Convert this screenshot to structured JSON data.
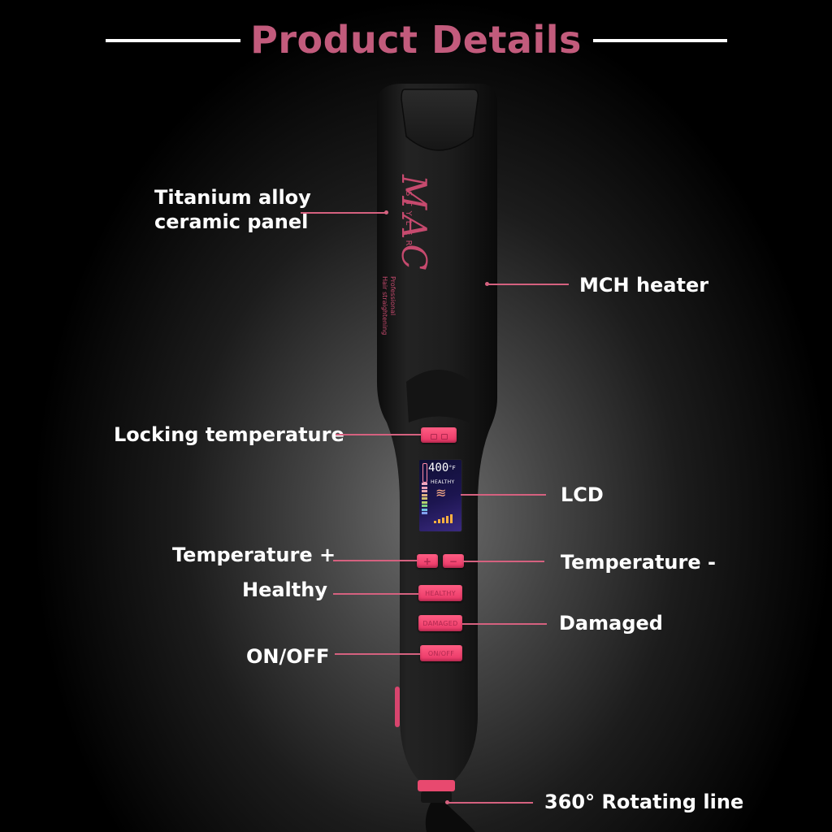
{
  "header": {
    "title": "Product Details"
  },
  "device": {
    "brand_logo": "MAC",
    "brand_sub": "STYLER",
    "tagline_line1": "Professional",
    "tagline_line2": "Hair straightening",
    "lcd": {
      "temperature": "400",
      "unit": "°F",
      "mode": "HEALTHY"
    },
    "buttons": {
      "lock": "lock-icon",
      "plus": "+",
      "minus": "−",
      "healthy": "HEALTHY",
      "damaged": "DAMAGED",
      "onoff": "ON/OFF"
    }
  },
  "labels": {
    "titanium_line1": "Titanium alloy",
    "titanium_line2": "ceramic panel",
    "mch_heater": "MCH heater",
    "locking_temperature": "Locking temperature",
    "lcd": "LCD",
    "temperature_plus": "Temperature +",
    "temperature_minus": "Temperature -",
    "healthy": "Healthy",
    "damaged": "Damaged",
    "on_off": "ON/OFF",
    "rotating_line": "360° Rotating line"
  },
  "colors": {
    "accent": "#c25b7c",
    "line": "#d5617f",
    "button": "#f04a73",
    "body": "#1b1b1b"
  }
}
